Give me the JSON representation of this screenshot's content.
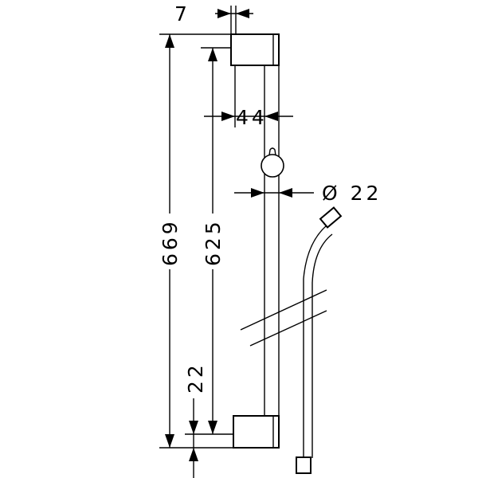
{
  "drawing": {
    "dimensions": {
      "top_offset": "7",
      "rail_depth": "44",
      "rail_diameter": "Ø 22",
      "total_height": "669",
      "fixing_distance": "625",
      "bottom_offset": "22"
    },
    "colors": {
      "line": "#000000",
      "background": "#ffffff"
    }
  }
}
